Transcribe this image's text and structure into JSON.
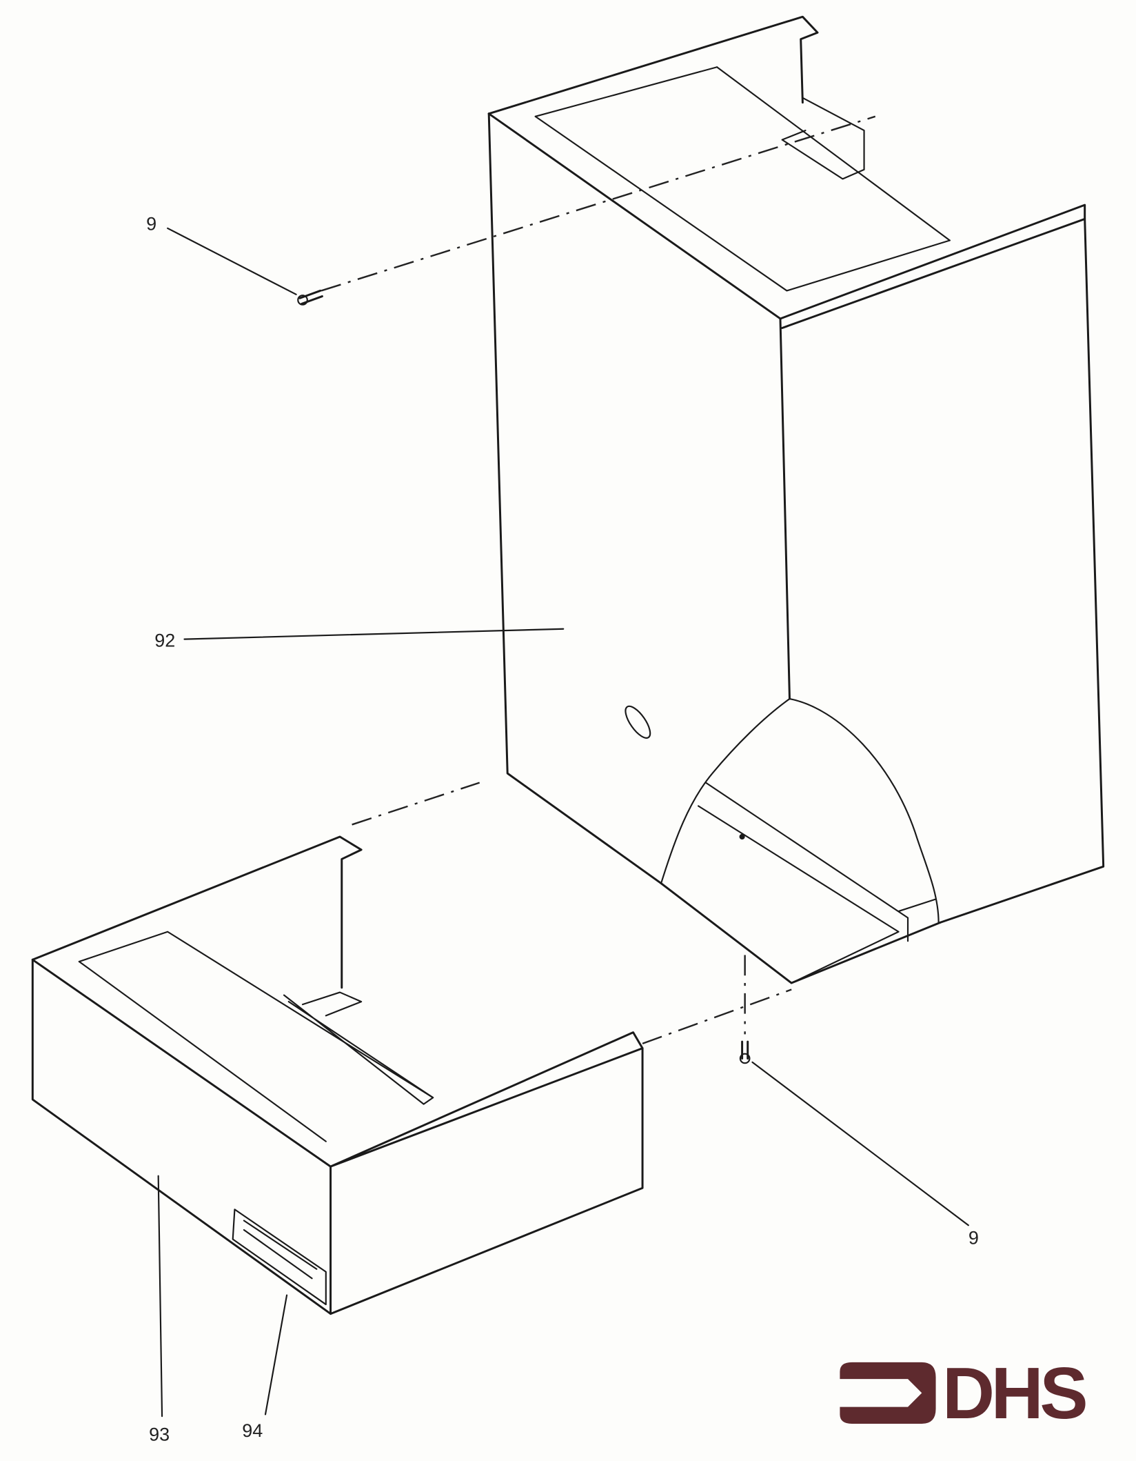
{
  "callouts": {
    "screw_top": "9",
    "cabinet": "92",
    "screw_bottom": "9",
    "base": "93",
    "nameplate": "94"
  },
  "logo": {
    "text": "DHS",
    "color": "#5e2a2e"
  },
  "line_color": "#1a1a1a"
}
